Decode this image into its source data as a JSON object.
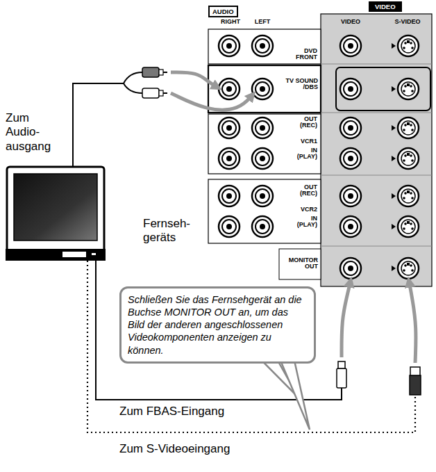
{
  "diagram": {
    "nodes": [
      {
        "text": [
          "AUDIO"
        ]
      },
      {
        "text": [
          "VIDEO"
        ]
      },
      {
        "text": [
          "Schließen Sie das Fernsehgerät an die Buchse MONITOR OUT an, um das Bild der anderen angeschlossenen Videokomponenten anzeigen zu können."
        ]
      }
    ],
    "labels": [
      "RIGHT",
      "LEFT",
      "VIDEO",
      "S-VIDEO",
      "DVD FRONT",
      "TV SOUND /DBS",
      "OUT (REC)",
      "VCR1",
      "IN (PLAY)",
      "OUT (REC)",
      "VCR2",
      "IN (PLAY)",
      "MONITOR OUT",
      "Zum Audio- ausgang",
      "Fernseh- geräts",
      "Zum FBAS-Eingang",
      "Zum S-Videoeingang"
    ]
  }
}
